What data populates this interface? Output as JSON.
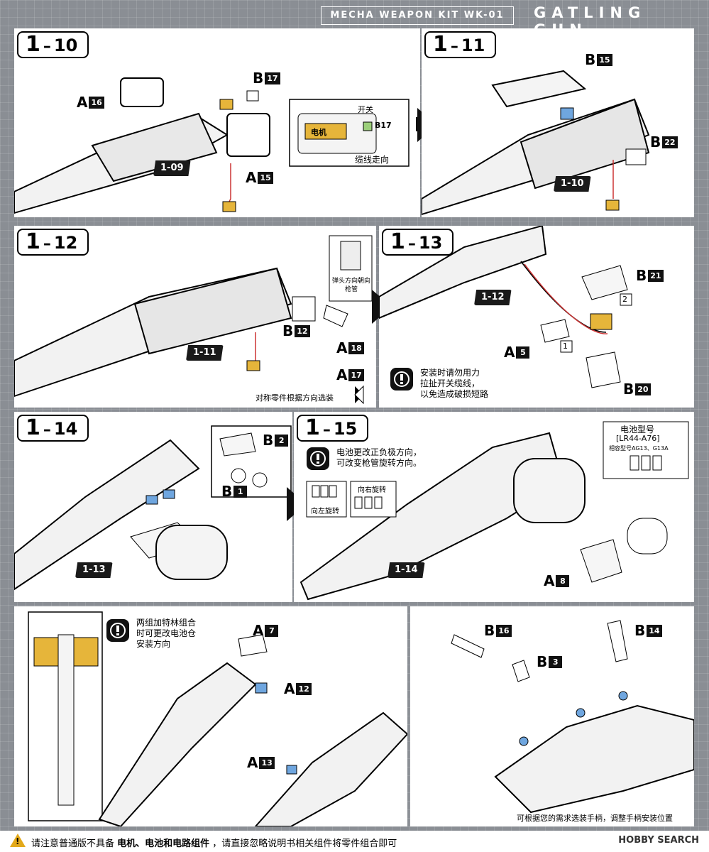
{
  "header": {
    "kit": "MECHA WEAPON KIT WK-01",
    "title": "GATLING GUN"
  },
  "steps": {
    "s10": {
      "major": "1",
      "minor": "10",
      "ref": "1-09",
      "parts": [
        {
          "letter": "A",
          "num": "16"
        },
        {
          "letter": "B",
          "num": "17"
        },
        {
          "letter": "A",
          "num": "15"
        }
      ],
      "inset": {
        "switch": "开关",
        "motor": "电机",
        "b17": "B17",
        "cable": "缆线走向"
      }
    },
    "s11": {
      "major": "1",
      "minor": "11",
      "ref": "1-10",
      "parts": [
        {
          "letter": "B",
          "num": "15"
        },
        {
          "letter": "B",
          "num": "22"
        }
      ]
    },
    "s12": {
      "major": "1",
      "minor": "12",
      "ref": "1-11",
      "parts": [
        {
          "letter": "B",
          "num": "12"
        },
        {
          "letter": "A",
          "num": "18"
        },
        {
          "letter": "A",
          "num": "17"
        }
      ],
      "inset_note": "弹头方向朝向枪管",
      "note": "对称零件根据方向选装"
    },
    "s13": {
      "major": "1",
      "minor": "13",
      "ref": "1-12",
      "parts": [
        {
          "letter": "B",
          "num": "21"
        },
        {
          "letter": "A",
          "num": "5"
        },
        {
          "letter": "B",
          "num": "20"
        }
      ],
      "order1": "1",
      "order2": "2",
      "warning": [
        "安装时请勿用力",
        "拉扯开关缆线，",
        "以免造成破损短路"
      ]
    },
    "s14": {
      "major": "1",
      "minor": "14",
      "ref": "1-13",
      "parts": [
        {
          "letter": "B",
          "num": "2"
        },
        {
          "letter": "B",
          "num": "1"
        }
      ]
    },
    "s15": {
      "major": "1",
      "minor": "15",
      "ref": "1-14",
      "parts": [
        {
          "letter": "A",
          "num": "8"
        }
      ],
      "note": [
        "电池更改正负极方向，",
        "可改变枪管旋转方向。"
      ],
      "rotate_left": "向左旋转",
      "rotate_right": "向右旋转",
      "battery": {
        "title": "电池型号",
        "code": "[LR44-A76]",
        "compat": "相容型号AG13、G13A"
      }
    }
  },
  "bottom_left": {
    "note": [
      "两组加特林组合",
      "时可更改电池仓",
      "安装方向"
    ],
    "parts": [
      {
        "letter": "A",
        "num": "7"
      },
      {
        "letter": "A",
        "num": "12"
      },
      {
        "letter": "A",
        "num": "13"
      }
    ]
  },
  "bottom_right": {
    "parts": [
      {
        "letter": "B",
        "num": "16"
      },
      {
        "letter": "B",
        "num": "3"
      },
      {
        "letter": "B",
        "num": "14"
      }
    ],
    "note": "可根据您的需求选装手柄，调整手柄安装位置"
  },
  "footer": {
    "pre": "请注意普通版不具备 ",
    "bold": "电机、电池和电路组件",
    "post": " ，请直接忽略说明书相关组件将零件组合即可",
    "watermark": "HOBBY SEARCH"
  }
}
